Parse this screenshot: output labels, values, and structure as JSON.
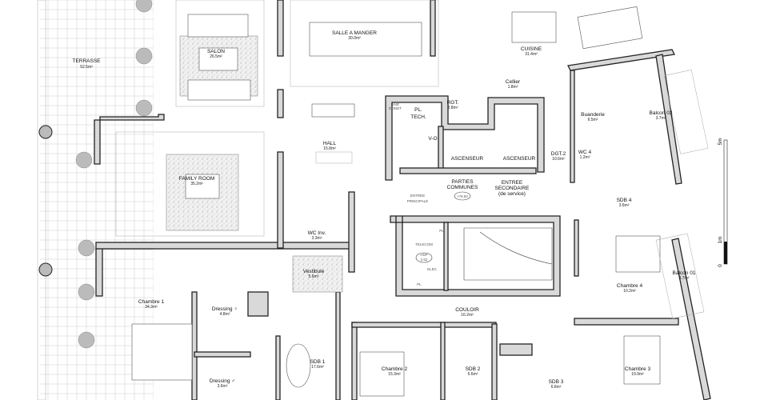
{
  "plan": {
    "rooms": {
      "terrasse": {
        "name": "TERRASSE",
        "area": "52.5m²"
      },
      "salon": {
        "name": "SALON",
        "area": "26.5m²"
      },
      "salle_a_manger": {
        "name": "SALLE A MANGER",
        "area": "30.0m²"
      },
      "cuisine": {
        "name": "CUISINE",
        "area": "31.4m²"
      },
      "cellier": {
        "name": "Cellier",
        "area": "1.8m²"
      },
      "rgt": {
        "name": "RGT.",
        "area": "2.8m²"
      },
      "pl_tech": {
        "name": "PL.",
        "name2": "TECH."
      },
      "baie": {
        "name": "BAIE",
        "name2": "DONDT"
      },
      "vo": {
        "name": "V-O"
      },
      "ascenseur1": {
        "name": "ASCENSEUR"
      },
      "ascenseur2": {
        "name": "ASCENSEUR"
      },
      "parties_communes": {
        "name": "PARTIES",
        "name2": "COMMUNES",
        "level": "+76.82"
      },
      "entree_secondaire": {
        "name": "ENTREE",
        "name2": "SECONDAIRE",
        "name3": "(de service)"
      },
      "entree_principale": {
        "name": "ENTREE",
        "name2": "PRINCIPALE"
      },
      "hall": {
        "name": "HALL",
        "area": "15.8m²"
      },
      "family_room": {
        "name": "FAMILY ROOM",
        "area": "35.2m²"
      },
      "wc_inv": {
        "name": "WC Inv.",
        "area": "3.3m²"
      },
      "vestibule": {
        "name": "Vestibule",
        "area": "5.6m²"
      },
      "buanderie": {
        "name": "Buanderie",
        "area": "6.5m²"
      },
      "balcon02": {
        "name": "Balcon 02",
        "area": "3.7m²"
      },
      "dgt2": {
        "name": "DGT.2",
        "area": "10.6m²"
      },
      "wc4": {
        "name": "WC 4",
        "area": "1.2m²"
      },
      "sdb4": {
        "name": "SDB 4",
        "area": "3.6m²"
      },
      "chambre4": {
        "name": "Chambre 4",
        "area": "10.2m²"
      },
      "balcon01": {
        "name": "Balcon 01",
        "area": "3.7m²"
      },
      "couloir": {
        "name": "COULOIR",
        "area": "16.2m²"
      },
      "chambre1": {
        "name": "Chambre 1",
        "area": "34.3m²"
      },
      "dressing_f": {
        "name": "Dressing ♀",
        "area": "4.8m²"
      },
      "dressing_m": {
        "name": "Dressing ♂",
        "area": "3.6m²"
      },
      "sdb1": {
        "name": "SDB 1",
        "area": "17.6m²"
      },
      "chambre2": {
        "name": "Chambre 2",
        "area": "15.3m²"
      },
      "sdb2": {
        "name": "SDB 2",
        "area": "6.6m²"
      },
      "sdb3": {
        "name": "SDB 3",
        "area": "6.6m²"
      },
      "chambre3": {
        "name": "Chambre 3",
        "area": "19.9m²"
      },
      "telecom": {
        "name": "TELECOM"
      },
      "elec": {
        "name": "ELEC"
      },
      "pl1": {
        "name": "PL"
      },
      "pl2": {
        "name": "PL"
      },
      "hsp": {
        "name": "HSP",
        "value": "2.52"
      }
    },
    "scale": {
      "zero": "0",
      "one": "1m",
      "five": "5m"
    },
    "colors": {
      "wall": "#d9d9d9",
      "line": "#222222"
    }
  }
}
